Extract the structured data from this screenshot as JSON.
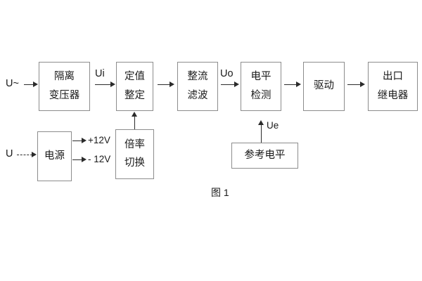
{
  "diagram": {
    "caption": "图 1",
    "blocks": [
      {
        "id": "isolation-transformer",
        "line1": "隔离",
        "line2": "变压器"
      },
      {
        "id": "setting-value",
        "line1": "定值",
        "line2": "整定"
      },
      {
        "id": "rectify-filter",
        "line1": "整流",
        "line2": "滤波"
      },
      {
        "id": "level-detection",
        "line1": "电平",
        "line2": "检测"
      },
      {
        "id": "drive",
        "line1": "驱动",
        "line2": ""
      },
      {
        "id": "output-relay",
        "line1": "出口",
        "line2": "继电器"
      },
      {
        "id": "power-supply",
        "line1": "电源",
        "line2": ""
      },
      {
        "id": "ratio-switch",
        "line1": "倍率",
        "line2": "切换"
      },
      {
        "id": "reference-level",
        "line1": "参考电平",
        "line2": ""
      }
    ],
    "signals": {
      "input_ac": "U~",
      "input_dc": "U",
      "ui": "Ui",
      "uo": "Uo",
      "ue": "Ue",
      "rail_positive": "+12V",
      "rail_negative": "- 12V"
    },
    "colors": {
      "box_border": "#8c8c8c",
      "connector": "#2b2b2b",
      "text": "#1a1a1a",
      "background": "#ffffff"
    }
  }
}
